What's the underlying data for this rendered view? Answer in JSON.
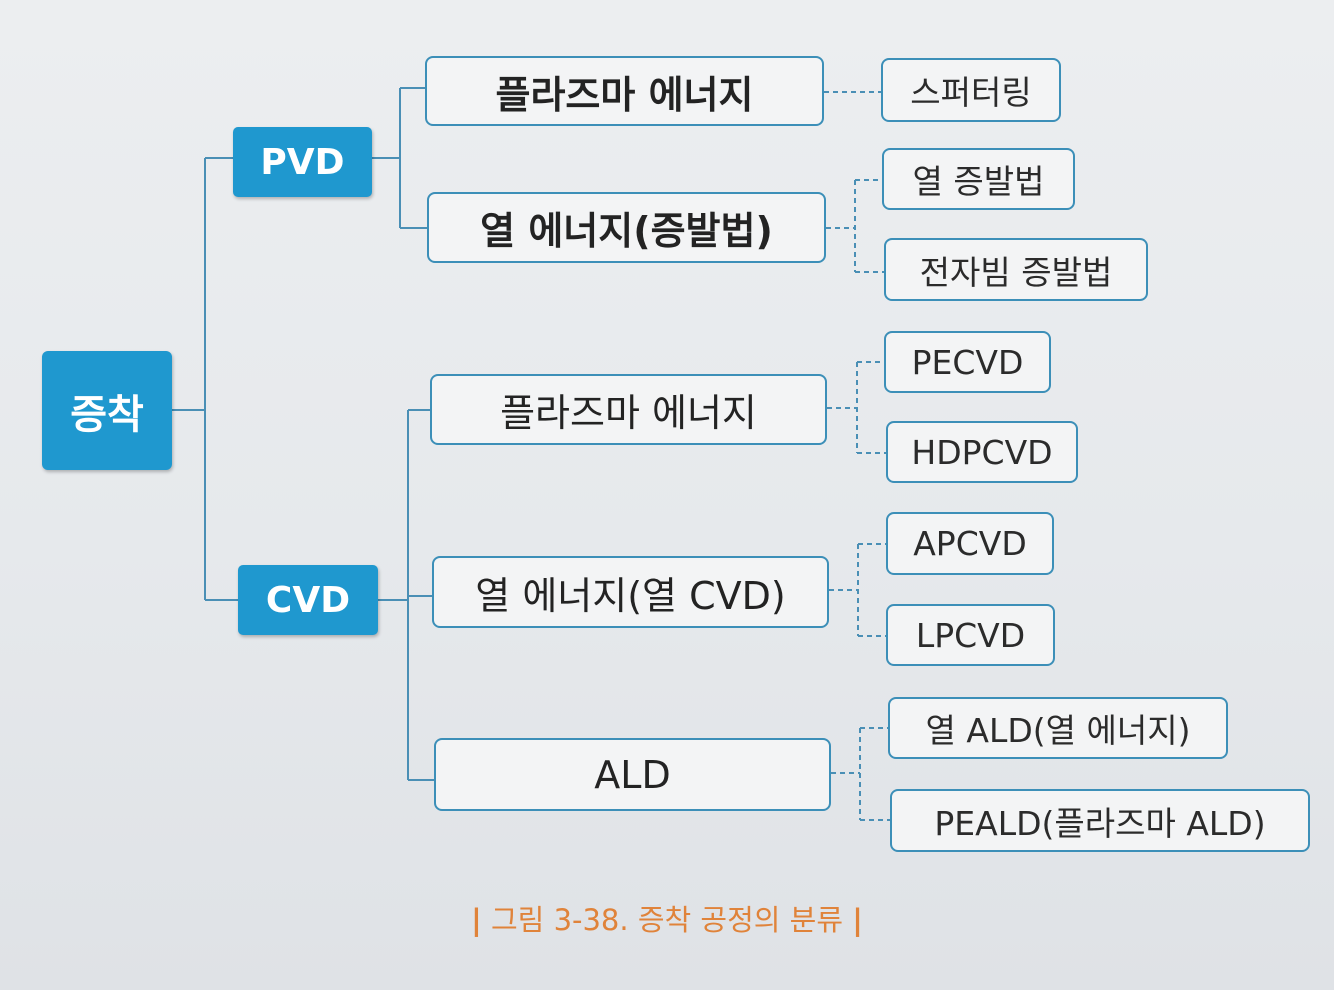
{
  "diagram": {
    "root": {
      "label": "증착"
    },
    "categories": [
      {
        "label": "PVD"
      },
      {
        "label": "CVD"
      }
    ],
    "pvd_branches": [
      {
        "label": "플라즈마 에너지",
        "children": [
          "스퍼터링"
        ]
      },
      {
        "label": "열 에너지(증발법)",
        "children": [
          "열 증발법",
          "전자빔 증발법"
        ]
      }
    ],
    "cvd_branches": [
      {
        "label": "플라즈마 에너지",
        "children": [
          "PECVD",
          "HDPCVD"
        ]
      },
      {
        "label": "열 에너지(열 CVD)",
        "children": [
          "APCVD",
          "LPCVD"
        ]
      },
      {
        "label": "ALD",
        "children": [
          "열 ALD(열 에너지)",
          "PEALD(플라즈마 ALD)"
        ]
      }
    ]
  },
  "caption": {
    "bar_left": "|",
    "text": "그림 3-38. 증착 공정의 분류",
    "bar_right": "|"
  },
  "colors": {
    "primary_fill": "#1f98cf",
    "box_border": "#3c8fb8",
    "connector": "#4a8fb5",
    "caption": "#e0833a"
  }
}
